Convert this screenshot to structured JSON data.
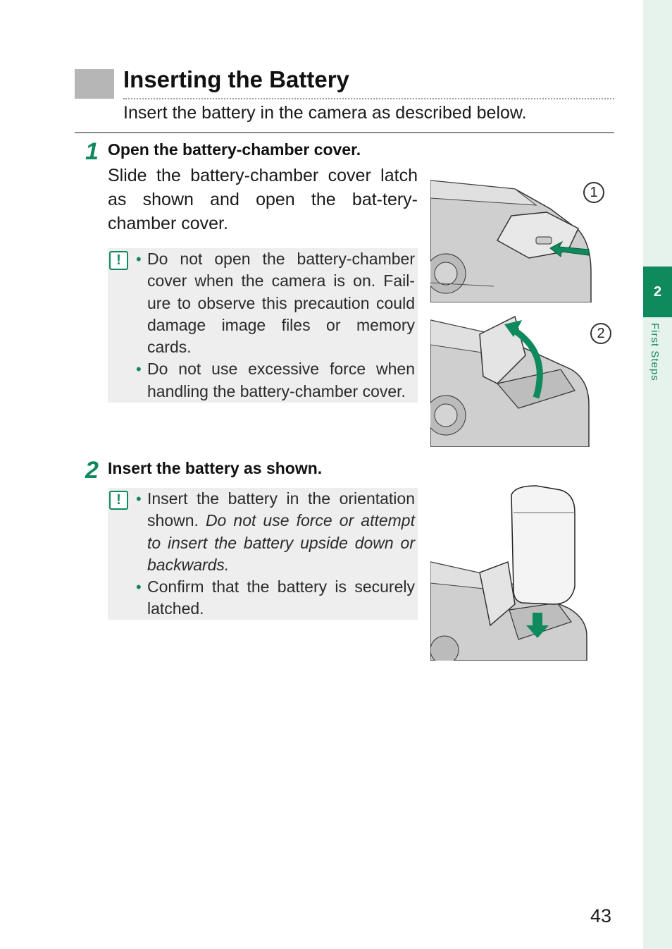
{
  "section": {
    "title": "Inserting the Battery",
    "intro": "Insert the battery in the camera as described below."
  },
  "steps": [
    {
      "number": "1",
      "heading": "Open the battery-chamber cover.",
      "body": "Slide the battery-chamber cover latch as shown and open the bat-tery-chamber cover.",
      "caution_icon": "caution-icon",
      "cautions": [
        {
          "text": "Do not open the battery-chamber cover when the camera is on. Fail-ure to observe this precaution could damage image files or memory cards."
        },
        {
          "text": "Do not use excessive force when handling the battery-chamber cover."
        }
      ]
    },
    {
      "number": "2",
      "heading": "Insert the battery as shown.",
      "caution_icon": "caution-icon",
      "cautions": [
        {
          "text": "Insert the battery in the orientation shown.",
          "emphasis": "Do not use force or attempt to insert the battery upside down or backwards."
        },
        {
          "text": "Confirm that the battery is securely latched."
        }
      ]
    }
  ],
  "figures": {
    "callout_1": "1",
    "callout_2": "2"
  },
  "side_tab": {
    "chapter_number": "2",
    "chapter_name": "First Steps"
  },
  "page_number": "43",
  "colors": {
    "accent": "#0f8a5c",
    "strip": "#e6f2ec",
    "box": "#eeeeee"
  }
}
